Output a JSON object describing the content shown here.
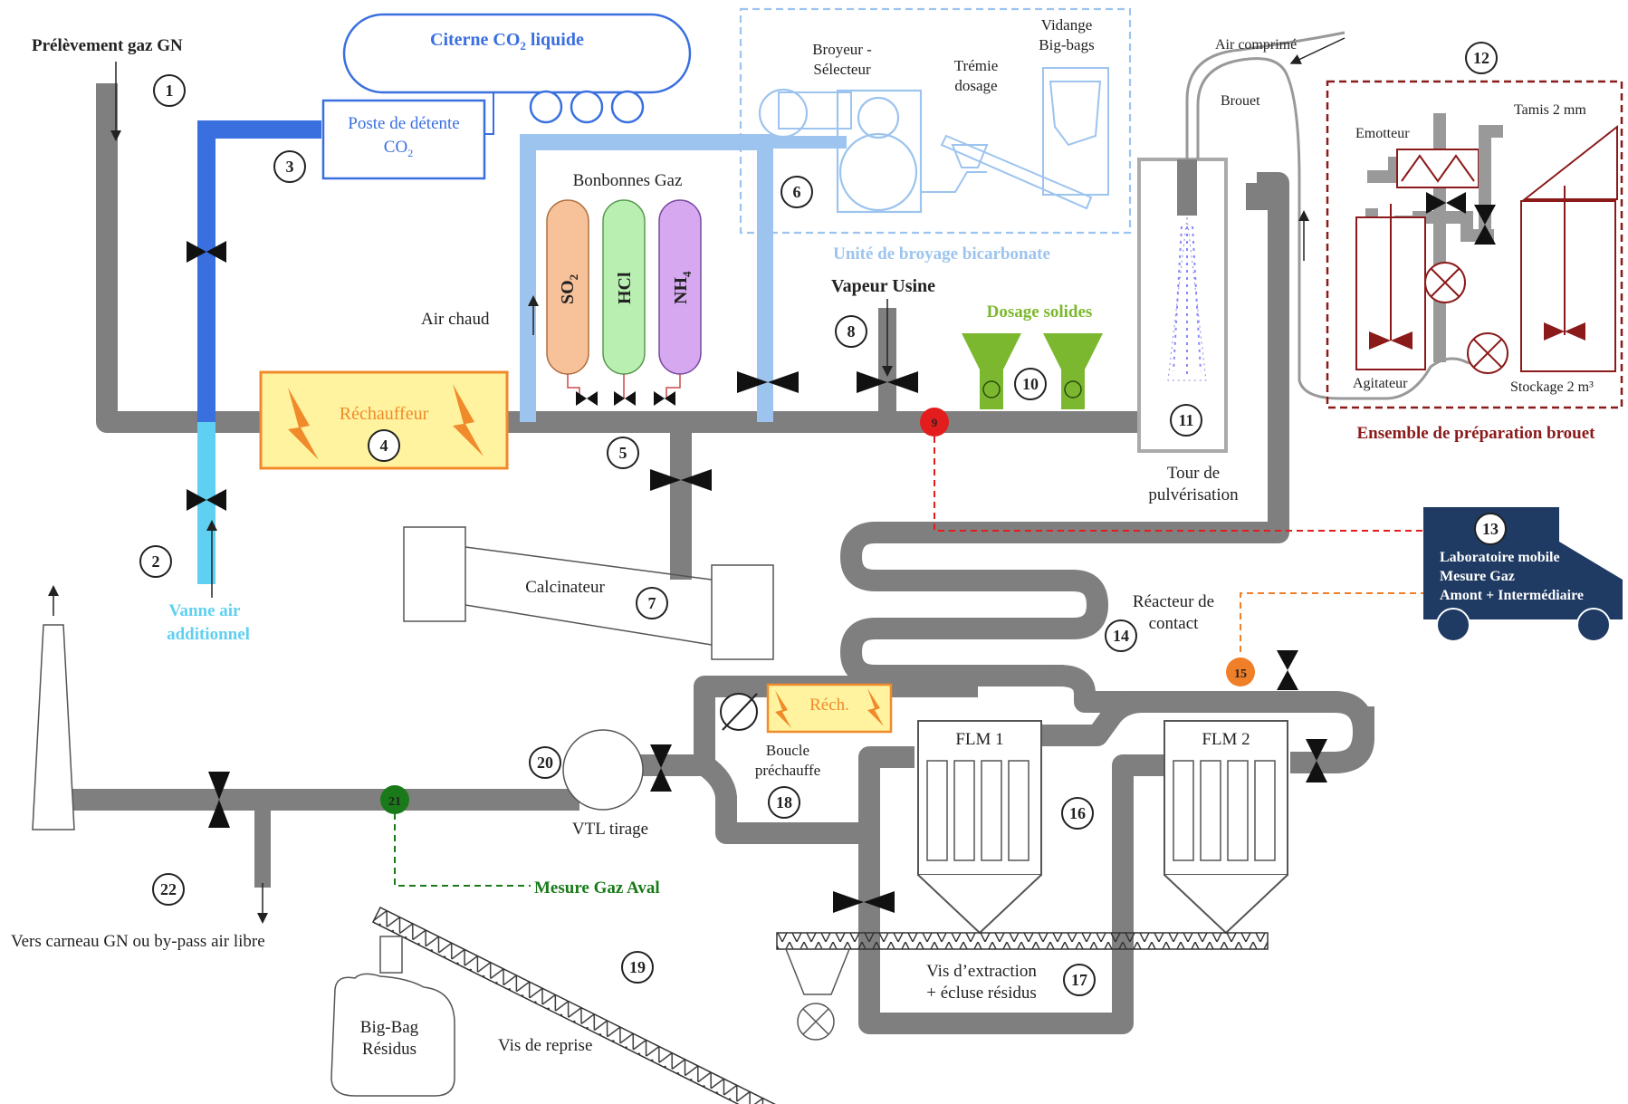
{
  "colors": {
    "pipe": "#7f7f7f",
    "co2_pipe": "#3a6fe0",
    "air_pipe": "#5fd0f2",
    "grind_pipe": "#9dc4ee",
    "solids": "#7cb82f",
    "prep": "#8b1a1a",
    "truck": "#1f3a63",
    "red_point": "#e31d1d",
    "orange_point": "#f07f2a",
    "green_point": "#1a7a1a",
    "heater_fill": "#fff3a0",
    "heater_border": "#f08a2a"
  },
  "labels": {
    "prelevement": "Prélèvement gaz GN",
    "citerne": "Citerne CO",
    "citerne_sub": "2",
    "citerne_tail": " liquide",
    "poste_l1": "Poste de détente",
    "poste_l2": "CO",
    "poste_sub": "2",
    "broyeur_l1": "Broyeur -",
    "broyeur_l2": "Sélecteur",
    "tremie_l1": "Trémie",
    "tremie_l2": "dosage",
    "vidange_l1": "Vidange",
    "vidange_l2": "Big-bags",
    "air_comprime": "Air comprimé",
    "brouet": "Brouet",
    "unite": "Unité de broyage bicarbonate",
    "bonbonnes": "Bonbonnes Gaz",
    "so2": "SO",
    "so2_sub": "2",
    "hcl": "HCl",
    "nh4": "NH",
    "nh4_sub": "4",
    "air_chaud": "Air chaud",
    "vapeur": "Vapeur Usine",
    "dosage_solides": "Dosage solides",
    "rechauffeur": "Réchauffeur",
    "emotteur": "Emotteur",
    "tamis": "Tamis 2 mm",
    "agitateur": "Agitateur",
    "stockage": "Stockage 2 m³",
    "ensemble": "Ensemble de préparation brouet",
    "tour_l1": "Tour de",
    "tour_l2": "pulvérisation",
    "calcinateur": "Calcinateur",
    "vanne_l1": "Vanne air",
    "vanne_l2": "additionnel",
    "labo_l1": "Laboratoire mobile",
    "labo_l2": "Mesure Gaz",
    "labo_l3": "Amont + Intermédiaire",
    "reacteur_l1": "Réacteur de",
    "reacteur_l2": "contact",
    "rech": "Réch.",
    "boucle_l1": "Boucle",
    "boucle_l2": "préchauffe",
    "flm1": "FLM 1",
    "flm2": "FLM 2",
    "vtl": "VTL tirage",
    "mesure_aval": "Mesure Gaz Aval",
    "vers": "Vers carneau GN ou by-pass air libre",
    "vis_l1": "Vis d’extraction",
    "vis_l2": "+ écluse résidus",
    "bigbag_l1": "Big-Bag",
    "bigbag_l2": "Résidus",
    "vis_reprise": "Vis de reprise"
  },
  "numbers": {
    "n1": "1",
    "n2": "2",
    "n3": "3",
    "n4": "4",
    "n5": "5",
    "n6": "6",
    "n7": "7",
    "n8": "8",
    "n9": "9",
    "n10": "10",
    "n11": "11",
    "n12": "12",
    "n13": "13",
    "n14": "14",
    "n15": "15",
    "n16": "16",
    "n17": "17",
    "n18": "18",
    "n19": "19",
    "n20": "20",
    "n21": "21",
    "n22": "22"
  }
}
